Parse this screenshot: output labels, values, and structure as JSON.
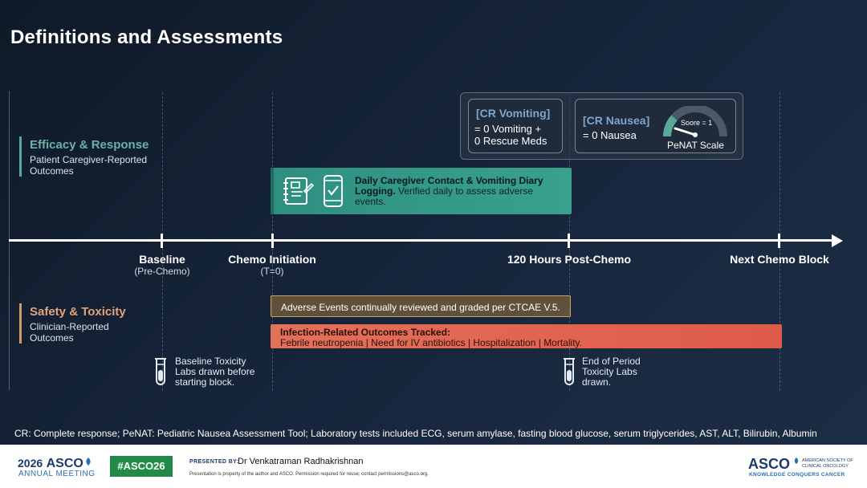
{
  "title": "Definitions and Assessments",
  "efficacy": {
    "title": "Efficacy & Response",
    "subtitle_line1": "Patient Caregiver-Reported",
    "subtitle_line2": "Outcomes",
    "color": "#5aa89a"
  },
  "safety": {
    "title": "Safety & Toxicity",
    "subtitle_line1": "Clinician-Reported",
    "subtitle_line2": "Outcomes",
    "color": "#d49a6a"
  },
  "cr_vomiting": {
    "head": "[CR Vomiting]",
    "line1": "= 0 Vomiting +",
    "line2": "0 Rescue Meds"
  },
  "cr_nausea": {
    "head": "[CR Nausea]",
    "line1": "= 0 Nausea",
    "gauge_label": "Soore = 1",
    "scale_label": "PeNAT Scale"
  },
  "diary": {
    "bold": "Daily Caregiver Contact & Vomiting Diary Logging.",
    "rest": " Verified daily to assess adverse events.",
    "icons": [
      "notebook-icon",
      "phone-check-icon"
    ]
  },
  "timeline": {
    "points": [
      {
        "label": "Baseline",
        "sub": "(Pre-Chemo)"
      },
      {
        "label": "Chemo Initiation",
        "sub": "(T=0)"
      },
      {
        "label": "120 Hours Post-Chemo",
        "sub": ""
      },
      {
        "label": "Next Chemo Block",
        "sub": ""
      }
    ]
  },
  "adverse_events": {
    "text": "Adverse Events continually reviewed and graded per CTCAE V.5."
  },
  "infection": {
    "head": "Infection-Related Outcomes Tracked:",
    "text": "Febrile neutropenia | Need for IV antibiotics | Hospitalization | Mortality."
  },
  "labs": {
    "baseline_line1": "Baseline Toxicity",
    "baseline_line2": "Labs drawn before",
    "baseline_line3": "starting block.",
    "end_line1": "End of Period",
    "end_line2": "Toxicity Labs",
    "end_line3": "drawn.",
    "icon": "test-tube-icon"
  },
  "footnote": "CR: Complete response; PeNAT: Pediatric Nausea Assessment Tool; Laboratory tests included ECG, serum amylase, fasting blood glucose, serum triglycerides, AST, ALT, Bilirubin, Albumin",
  "footer": {
    "meeting_year": "2026",
    "meeting_brand": "ASCO",
    "meeting_sub": "ANNUAL MEETING",
    "hashtag": "#ASCO26",
    "presented_by": "PRESENTED BY:",
    "presenter": "Dr Venkatraman Radhakrishnan",
    "notice": "Presentation is property of the author and ASCO. Permission required for reuse; contact permissions@asco.org.",
    "org_brand": "ASCO",
    "org_line1": "AMERICAN SOCIETY OF",
    "org_line2": "CLINICAL ONCOLOGY",
    "org_tagline": "KNOWLEDGE CONQUERS CANCER"
  }
}
